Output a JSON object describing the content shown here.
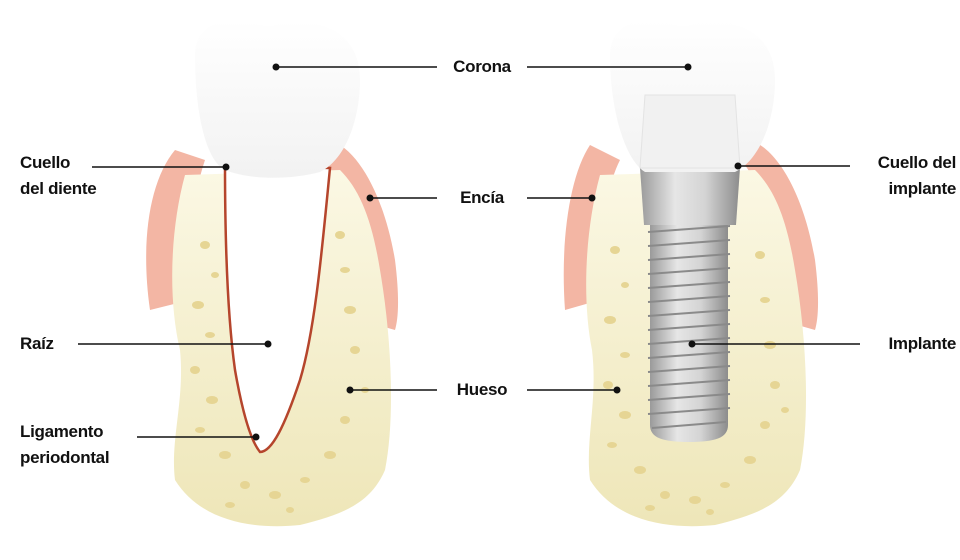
{
  "labels": {
    "corona": "Corona",
    "encia": "Encía",
    "hueso": "Hueso",
    "cuello_diente_1": "Cuello",
    "cuello_diente_2": "del diente",
    "raiz": "Raíz",
    "ligamento_1": "Ligamento",
    "ligamento_2": "periodontal",
    "cuello_implante_1": "Cuello del",
    "cuello_implante_2": "implante",
    "implante": "Implante"
  },
  "colors": {
    "gum": "#f3b6a4",
    "bone": "#f4efc9",
    "bone_spot": "#e4d38f",
    "crown": "#ffffff",
    "root_outline": "#b5452c",
    "implant_metal": "#c9c9c9"
  }
}
